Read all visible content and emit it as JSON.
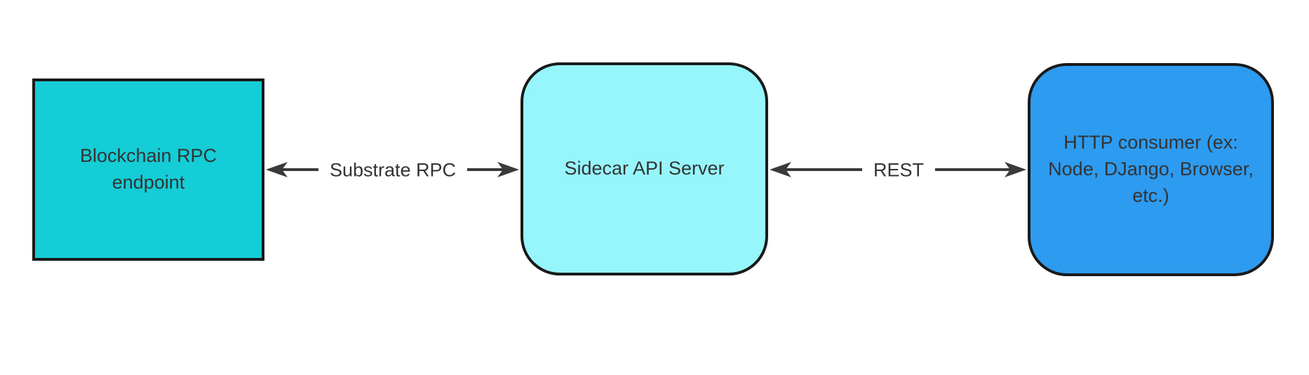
{
  "diagram": {
    "type": "flow-diagram",
    "background": "#ffffff",
    "nodes": [
      {
        "name": "blockchain-rpc-endpoint",
        "label": "Blockchain RPC\nendpoint",
        "shape": "rectangle",
        "fill": "#14CDD6"
      },
      {
        "name": "sidecar-api-server",
        "label": "Sidecar API Server",
        "shape": "rounded-rectangle",
        "fill": "#96F6FC"
      },
      {
        "name": "http-consumer",
        "label": "HTTP consumer (ex:\nNode, DJango, Browser,\netc.)",
        "shape": "rounded-rectangle",
        "fill": "#2D9BF0"
      }
    ],
    "edges": [
      {
        "name": "substrate-rpc-link",
        "label": "Substrate RPC",
        "from": "blockchain-rpc-endpoint",
        "to": "sidecar-api-server",
        "direction": "bidirectional"
      },
      {
        "name": "rest-link",
        "label": "REST",
        "from": "sidecar-api-server",
        "to": "http-consumer",
        "direction": "bidirectional"
      }
    ],
    "colors": {
      "node_border": "#1a1a1a",
      "arrow": "#3a3a3a",
      "text": "#333333",
      "background": "#ffffff"
    }
  }
}
